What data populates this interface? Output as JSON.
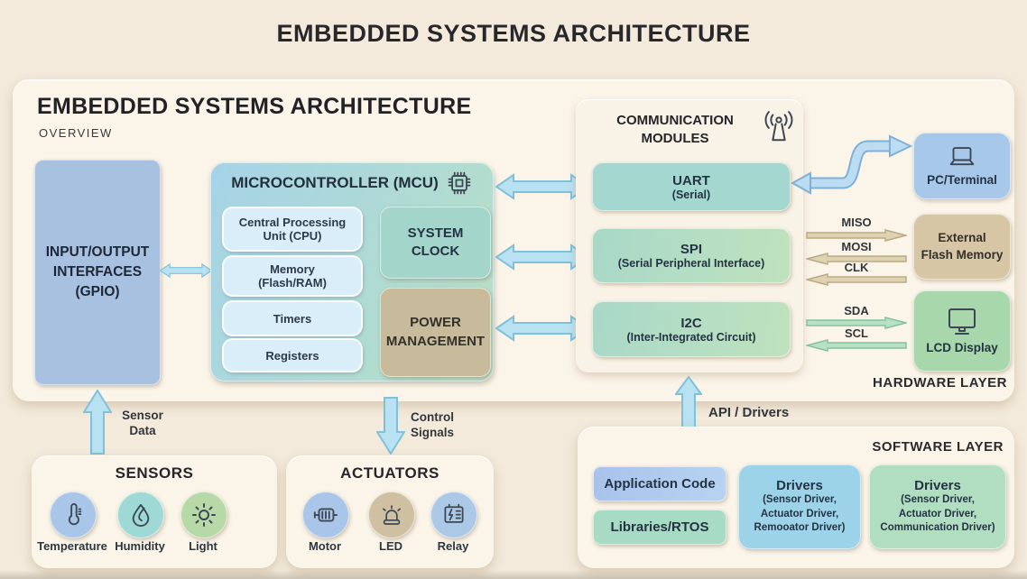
{
  "page": {
    "title": "EMBEDDED SYSTEMS ARCHITECTURE"
  },
  "hardware": {
    "title": "EMBEDDED SYSTEMS ARCHITECTURE",
    "subtitle": "OVERVIEW",
    "layer_label": "HARDWARE LAYER",
    "gpio_label": "INPUT/OUTPUT\nINTERFACES\n(GPIO)",
    "mcu": {
      "title": "MICROCONTROLLER (MCU)",
      "icon": "chip-icon",
      "components": [
        "Central Processing\nUnit (CPU)",
        "Memory\n(Flash/RAM)",
        "Timers",
        "Registers"
      ],
      "system_clock": "SYSTEM\nCLOCK",
      "power_management": "POWER\nMANAGEMENT"
    },
    "comm": {
      "title": "COMMUNICATION\nMODULES",
      "icon": "antenna-icon",
      "modules": [
        {
          "name": "UART",
          "desc": "(Serial)"
        },
        {
          "name": "SPI",
          "desc": "(Serial Peripheral Interface)"
        },
        {
          "name": "I2C",
          "desc": "(Inter-Integrated Circuit)"
        }
      ]
    },
    "peripherals": [
      {
        "label": "PC/Terminal",
        "icon": "laptop-icon"
      },
      {
        "label": "External\nFlash Memory",
        "icon": "none"
      },
      {
        "label": "LCD Display",
        "icon": "monitor-icon"
      }
    ],
    "spi_signals": [
      "MISO",
      "MOSI",
      "CLK"
    ],
    "i2c_signals": [
      "SDA",
      "SCL"
    ]
  },
  "flows": {
    "sensor_data": "Sensor\nData",
    "control_signals": "Control\nSignals",
    "api_drivers": "API / Drivers"
  },
  "sensors": {
    "title": "SENSORS",
    "items": [
      {
        "label": "Temperature",
        "icon": "thermometer-icon"
      },
      {
        "label": "Humidity",
        "icon": "droplet-icon"
      },
      {
        "label": "Light",
        "icon": "sun-icon"
      }
    ]
  },
  "actuators": {
    "title": "ACTUATORS",
    "items": [
      {
        "label": "Motor",
        "icon": "motor-icon"
      },
      {
        "label": "LED",
        "icon": "siren-icon"
      },
      {
        "label": "Relay",
        "icon": "relay-icon"
      }
    ]
  },
  "software": {
    "layer_label": "SOFTWARE LAYER",
    "app_code": "Application Code",
    "libraries": "Libraries/RTOS",
    "drivers_a": {
      "title": "Drivers",
      "desc": "(Sensor Driver,\nActuator Driver,\nRemooator Driver)"
    },
    "drivers_b": {
      "title": "Drivers",
      "desc": "(Sensor Driver,\nActuator Driver,\nCommunication Driver)"
    }
  },
  "colors": {
    "background": "#f3eadc",
    "panel": "#faf4e9",
    "gpio_fill": "#a9c1e1",
    "mcu_gradient_start": "#a6d3e7",
    "mcu_gradient_end": "#b7e0c5",
    "pill_fill": "#d9eef8",
    "system_clock_fill": "#a4d5ca",
    "power_fill": "#c8bb9b",
    "uart_fill": "#a4d7cf",
    "spi_i2c_fill": "#b4ddc2",
    "pc_fill": "#a8c8ea",
    "flash_fill": "#d6c6a5",
    "lcd_fill": "#a7d7aa",
    "app_code_fill": "#aac4ec",
    "libraries_fill": "#a8dbc3",
    "drivers_a_fill": "#9dd3e9",
    "drivers_b_fill": "#b1ddc1",
    "arrow_blue": "#b8e2f1",
    "arrow_blue_border": "#7fc0da",
    "arrow_tan": "#ddd2b4",
    "arrow_tan_border": "#bda97f",
    "arrow_green": "#b7e0c6",
    "arrow_green_border": "#83c29c"
  }
}
